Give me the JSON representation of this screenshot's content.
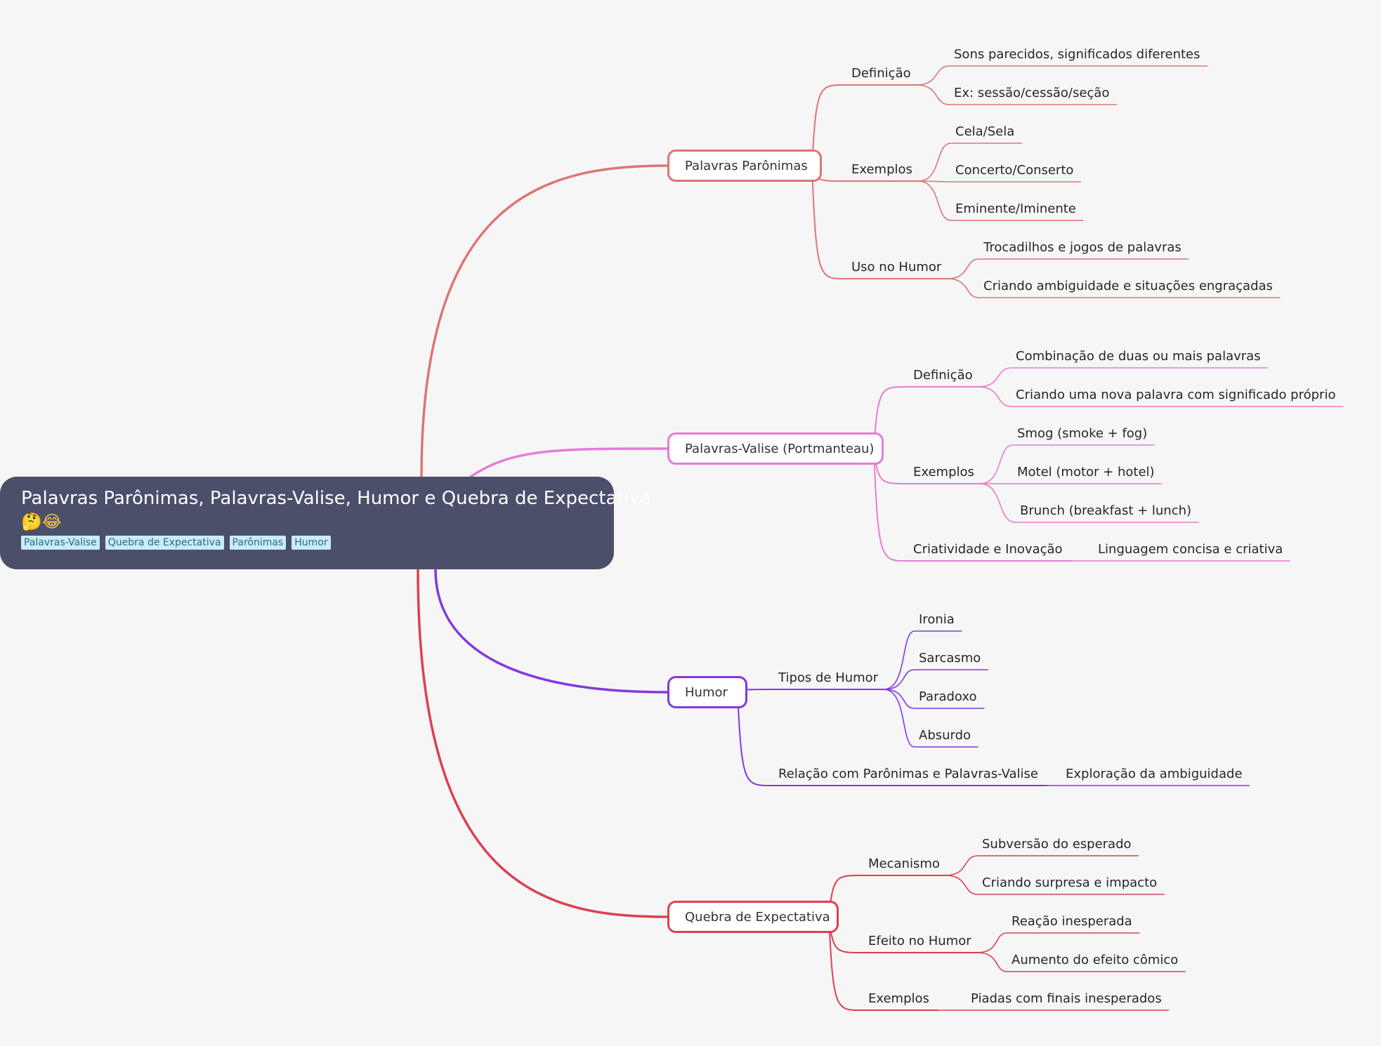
{
  "root": {
    "title": "Palavras Parônimas, Palavras-Valise, Humor e Quebra de Expectativa",
    "emoji": "🤔😂",
    "tags": [
      "Palavras-Valise",
      "Quebra de Expectativa",
      "Parônimas",
      "Humor"
    ]
  },
  "branches": [
    {
      "label": "Palavras Parônimas",
      "color": "#dd7575",
      "children": [
        {
          "label": "Definição",
          "children": [
            "Sons parecidos, significados diferentes",
            "Ex: sessão/cessão/seção"
          ]
        },
        {
          "label": "Exemplos",
          "children": [
            "Cela/Sela",
            "Concerto/Conserto",
            "Eminente/Iminente"
          ]
        },
        {
          "label": "Uso no Humor",
          "children": [
            "Trocadilhos e jogos de palavras",
            "Criando ambiguidade e situações engraçadas"
          ]
        }
      ]
    },
    {
      "label": "Palavras-Valise (Portmanteau)",
      "color": "#e67cd2",
      "children": [
        {
          "label": "Definição",
          "children": [
            "Combinação de duas ou mais palavras",
            "Criando uma nova palavra com significado próprio"
          ]
        },
        {
          "label": "Exemplos",
          "children": [
            "Smog (smoke + fog)",
            "Motel (motor + hotel)",
            "Brunch (breakfast + lunch)"
          ]
        },
        {
          "label": "Criatividade e Inovação",
          "children": [
            "Linguagem concisa e criativa"
          ]
        }
      ]
    },
    {
      "label": "Humor",
      "color": "#8338e0",
      "children": [
        {
          "label": "Tipos de Humor",
          "children": [
            "Ironia",
            "Sarcasmo",
            "Paradoxo",
            "Absurdo"
          ]
        },
        {
          "label": "Relação com Parônimas e Palavras-Valise",
          "children": [
            "Exploração da ambiguidade"
          ]
        }
      ]
    },
    {
      "label": "Quebra de Expectativa",
      "color": "#dc4050",
      "children": [
        {
          "label": "Mecanismo",
          "children": [
            "Subversão do esperado",
            "Criando surpresa e impacto"
          ]
        },
        {
          "label": "Efeito no Humor",
          "children": [
            "Reação inesperada",
            "Aumento do efeito cômico"
          ]
        },
        {
          "label": "Exemplos",
          "children": [
            "Piadas com finais inesperados"
          ]
        }
      ]
    }
  ]
}
